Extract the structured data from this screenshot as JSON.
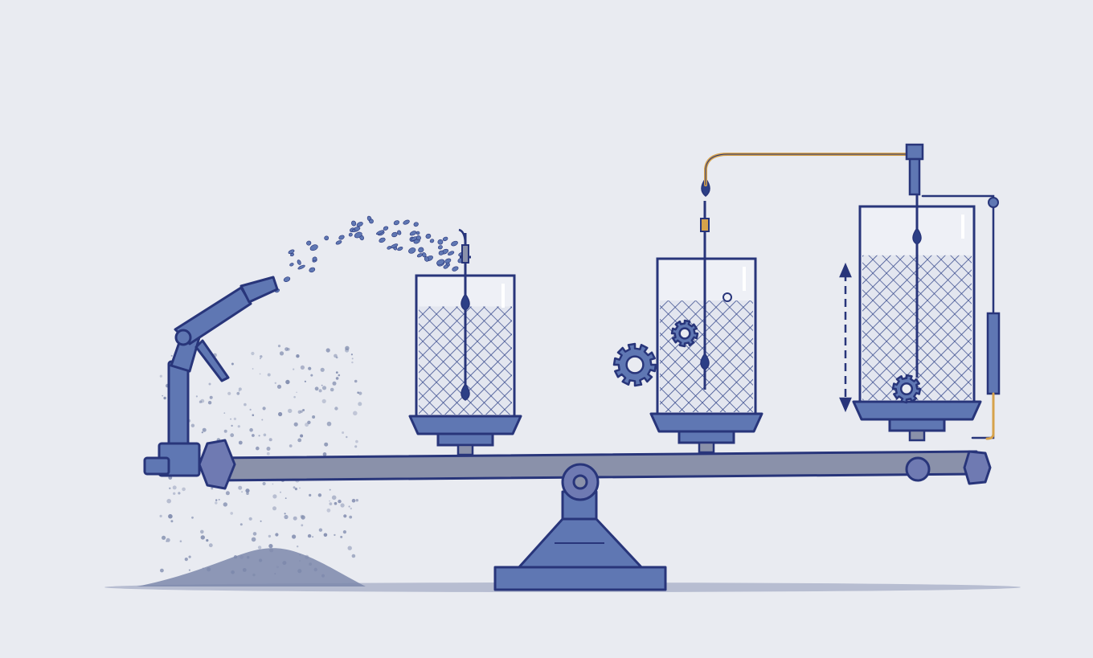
{
  "scene": {
    "background": "#e9ebf1",
    "colors": {
      "outline": "#28357a",
      "body_fill": "#5f77b3",
      "beam_fill": "#8a91aa",
      "ground_shadow": "#b7bdd1",
      "powder": "#7c88ab",
      "hose": "#d6a24b",
      "drop": "#2c3f86",
      "mesh": "#3b4d8e"
    },
    "icons": [
      "spray-nozzle-icon",
      "spray-droplets-icon",
      "powder-pile-icon",
      "balance-beam-icon",
      "balance-fulcrum-icon",
      "pivot-hub-icon",
      "beaker-left-icon",
      "beaker-middle-icon",
      "beaker-right-icon",
      "gear-icon",
      "water-drop-icon",
      "feed-pipe-icon",
      "height-arrow-icon"
    ],
    "beakers": [
      {
        "name": "beaker-left",
        "fill_level": 0.78
      },
      {
        "name": "beaker-middle",
        "fill_level": 0.73
      },
      {
        "name": "beaker-right",
        "fill_level": 0.75
      }
    ]
  }
}
